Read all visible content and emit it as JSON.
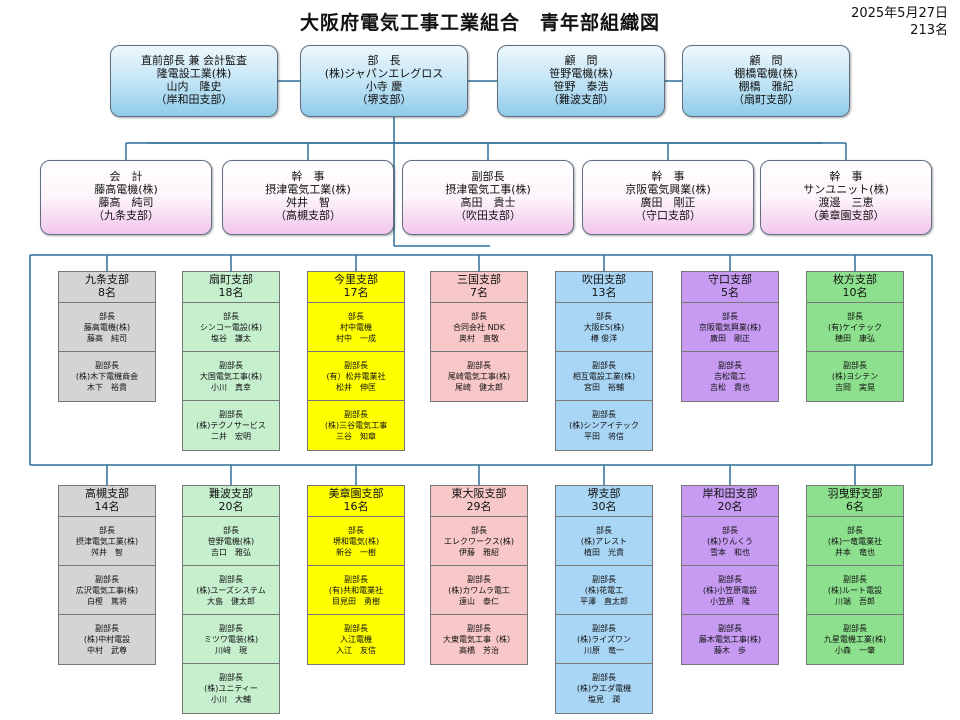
{
  "title": "大阪府電気工事工業組合　青年部組織図",
  "date": "2025年5月27日",
  "total": "213名",
  "top_boxes": [
    {
      "lines": [
        "直前部長 兼 会計監査",
        "隆電設工業(株)",
        "山内　隆史",
        "（岸和田支部）"
      ]
    },
    {
      "lines": [
        "部　長",
        "(株)ジャパンエレグロス",
        "小寺 慶",
        "（堺支部）"
      ]
    },
    {
      "lines": [
        "顧　問",
        "笹野電機(株)",
        "笹野　泰浩",
        "（難波支部）"
      ]
    },
    {
      "lines": [
        "顧　問",
        "棚橋電機(株)",
        "棚橋　雅紀",
        "（扇町支部）"
      ]
    }
  ],
  "mid_boxes": [
    {
      "lines": [
        "会　計",
        "藤高電機(株)",
        "藤高　純司",
        "（九条支部）"
      ]
    },
    {
      "lines": [
        "幹　事",
        "摂津電気工業(株)",
        "舛井　智",
        "（高槻支部）"
      ]
    },
    {
      "lines": [
        "副部長",
        "摂津電気工事(株)",
        "高田　貴士",
        "（吹田支部）"
      ]
    },
    {
      "lines": [
        "幹　事",
        "京阪電気興業(株)",
        "廣田　剛正",
        "（守口支部）"
      ]
    },
    {
      "lines": [
        "幹　事",
        "サンユニット(株)",
        "渡邊　三恵",
        "（美章園支部）"
      ]
    }
  ],
  "colors": {
    "gray": "#d4d4d4",
    "green": "#c6efce",
    "yellow": "#ffff00",
    "pink": "#f8c8c8",
    "blue": "#a9d6f5",
    "purple": "#c79bf2",
    "brightgreen": "#8de08d",
    "connector": "#2f6e9a"
  },
  "branches_row1": [
    {
      "name": "九条支部",
      "count": "8名",
      "color": "gray",
      "members": [
        {
          "role": "部長",
          "company": "藤高電機(株)",
          "person": "藤高　純司"
        },
        {
          "role": "副部長",
          "company": "(株)木下電機商会",
          "person": "木下　裕貴"
        }
      ]
    },
    {
      "name": "扇町支部",
      "count": "18名",
      "color": "green",
      "members": [
        {
          "role": "部長",
          "company": "シンコー電設(株)",
          "person": "塩谷　謙太"
        },
        {
          "role": "副部長",
          "company": "大国電気工事(株)",
          "person": "小川　真幸"
        },
        {
          "role": "副部長",
          "company": "(株)テクノサービス",
          "person": "二井　宏明"
        }
      ]
    },
    {
      "name": "今里支部",
      "count": "17名",
      "color": "yellow",
      "members": [
        {
          "role": "部長",
          "company": "村中電機",
          "person": "村中　一成"
        },
        {
          "role": "副部長",
          "company": "(有）松井電業社",
          "person": "松井　伸匡"
        },
        {
          "role": "副部長",
          "company": "(株)三谷電気工事",
          "person": "三谷　知章"
        }
      ]
    },
    {
      "name": "三国支部",
      "count": "7名",
      "color": "pink",
      "members": [
        {
          "role": "部長",
          "company": "合同会社 NDK",
          "person": "奥村　直敬"
        },
        {
          "role": "副部長",
          "company": "尾崎電気工事(株)",
          "person": "尾崎　健太郎"
        }
      ]
    },
    {
      "name": "吹田支部",
      "count": "13名",
      "color": "blue",
      "members": [
        {
          "role": "部長",
          "company": "大阪ES(株)",
          "person": "樽 俊洋"
        },
        {
          "role": "副部長",
          "company": "相互電設工業(株)",
          "person": "宮田　裕輔"
        },
        {
          "role": "副部長",
          "company": "(株)シンアイテック",
          "person": "平田　将信"
        }
      ]
    },
    {
      "name": "守口支部",
      "count": "5名",
      "color": "purple",
      "members": [
        {
          "role": "部長",
          "company": "京阪電気興業(株)",
          "person": "廣田　剛正"
        },
        {
          "role": "副部長",
          "company": "吉松電工",
          "person": "吉松　貴也"
        }
      ]
    },
    {
      "name": "枚方支部",
      "count": "10名",
      "color": "brightgreen",
      "members": [
        {
          "role": "部長",
          "company": "(有)ケイテック",
          "person": "穂田　康弘"
        },
        {
          "role": "副部長",
          "company": "(株)ヨシテン",
          "person": "吉岡　実晃"
        }
      ]
    }
  ],
  "branches_row2": [
    {
      "name": "高槻支部",
      "count": "14名",
      "color": "gray",
      "members": [
        {
          "role": "部長",
          "company": "摂津電気工業(株)",
          "person": "舛井　智"
        },
        {
          "role": "副部長",
          "company": "広沢電気工事(株)",
          "person": "白樫　篤将"
        },
        {
          "role": "副部長",
          "company": "(株)中村電設",
          "person": "中村　武尊"
        }
      ]
    },
    {
      "name": "難波支部",
      "count": "20名",
      "color": "green",
      "members": [
        {
          "role": "部長",
          "company": "笹野電機(株)",
          "person": "吉口　雅弘"
        },
        {
          "role": "副部長",
          "company": "(株)ユーズシステム",
          "person": "大島　健太郎"
        },
        {
          "role": "副部長",
          "company": "ミツワ電装(株)",
          "person": "川﨑　現"
        },
        {
          "role": "副部長",
          "company": "(株)ユニティー",
          "person": "小川　大輔"
        }
      ]
    },
    {
      "name": "美章園支部",
      "count": "16名",
      "color": "yellow",
      "members": [
        {
          "role": "部長",
          "company": "堺和電気(株)",
          "person": "新谷　一樹"
        },
        {
          "role": "副部長",
          "company": "(有)共和電業社",
          "person": "目見田　勇樹"
        },
        {
          "role": "副部長",
          "company": "入江電機",
          "person": "入江　友信"
        }
      ]
    },
    {
      "name": "東大阪支部",
      "count": "29名",
      "color": "pink",
      "members": [
        {
          "role": "部長",
          "company": "エレクワークス(株)",
          "person": "伊藤　雅紹"
        },
        {
          "role": "副部長",
          "company": "(株)カワムラ電工",
          "person": "遠山　泰仁"
        },
        {
          "role": "副部長",
          "company": "大東電気工事（株）",
          "person": "高橋　芳治"
        }
      ]
    },
    {
      "name": "堺支部",
      "count": "30名",
      "color": "blue",
      "members": [
        {
          "role": "部長",
          "company": "(株)アレスト",
          "person": "植田　光貴"
        },
        {
          "role": "副部長",
          "company": "(株)花電工",
          "person": "平澤　直太郎"
        },
        {
          "role": "副部長",
          "company": "(株)ライズワン",
          "person": "川原　竜一"
        },
        {
          "role": "副部長",
          "company": "(株)ウエダ電機",
          "person": "塩見　潤"
        }
      ]
    },
    {
      "name": "岸和田支部",
      "count": "20名",
      "color": "purple",
      "members": [
        {
          "role": "部長",
          "company": "(株)りんくう",
          "person": "雪本　和也"
        },
        {
          "role": "副部長",
          "company": "(株)小笠原電設",
          "person": "小笠原　隆"
        },
        {
          "role": "副部長",
          "company": "藤木電気工事(株)",
          "person": "藤木　歩"
        }
      ]
    },
    {
      "name": "羽曳野支部",
      "count": "6名",
      "color": "brightgreen",
      "members": [
        {
          "role": "部長",
          "company": "(株)一竜電業社",
          "person": "井本　竜也"
        },
        {
          "role": "副部長",
          "company": "(株)ルート電設",
          "person": "川端　吾郎"
        },
        {
          "role": "副部長",
          "company": "九星電機工業(株)",
          "person": "小森　一肇"
        }
      ]
    }
  ]
}
